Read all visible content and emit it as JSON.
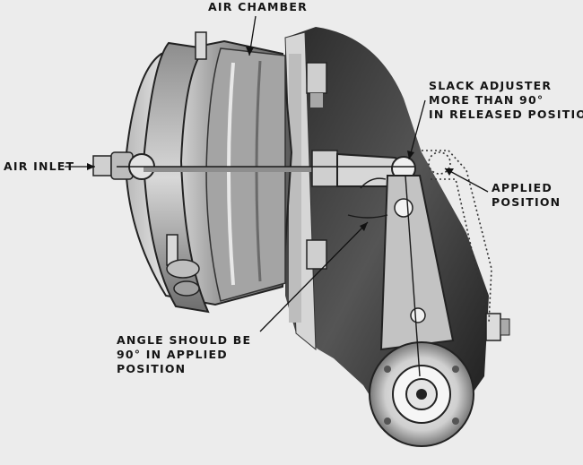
{
  "labels": {
    "air_chamber": "AIR CHAMBER",
    "air_inlet": "AIR INLET",
    "slack_adjuster": [
      "SLACK ADJUSTER",
      "MORE THAN 90°",
      "IN RELEASED POSITION"
    ],
    "applied_position": [
      "APPLIED",
      "POSITION"
    ],
    "angle_note": [
      "ANGLE SHOULD BE",
      "90° IN APPLIED",
      "POSITION"
    ]
  }
}
